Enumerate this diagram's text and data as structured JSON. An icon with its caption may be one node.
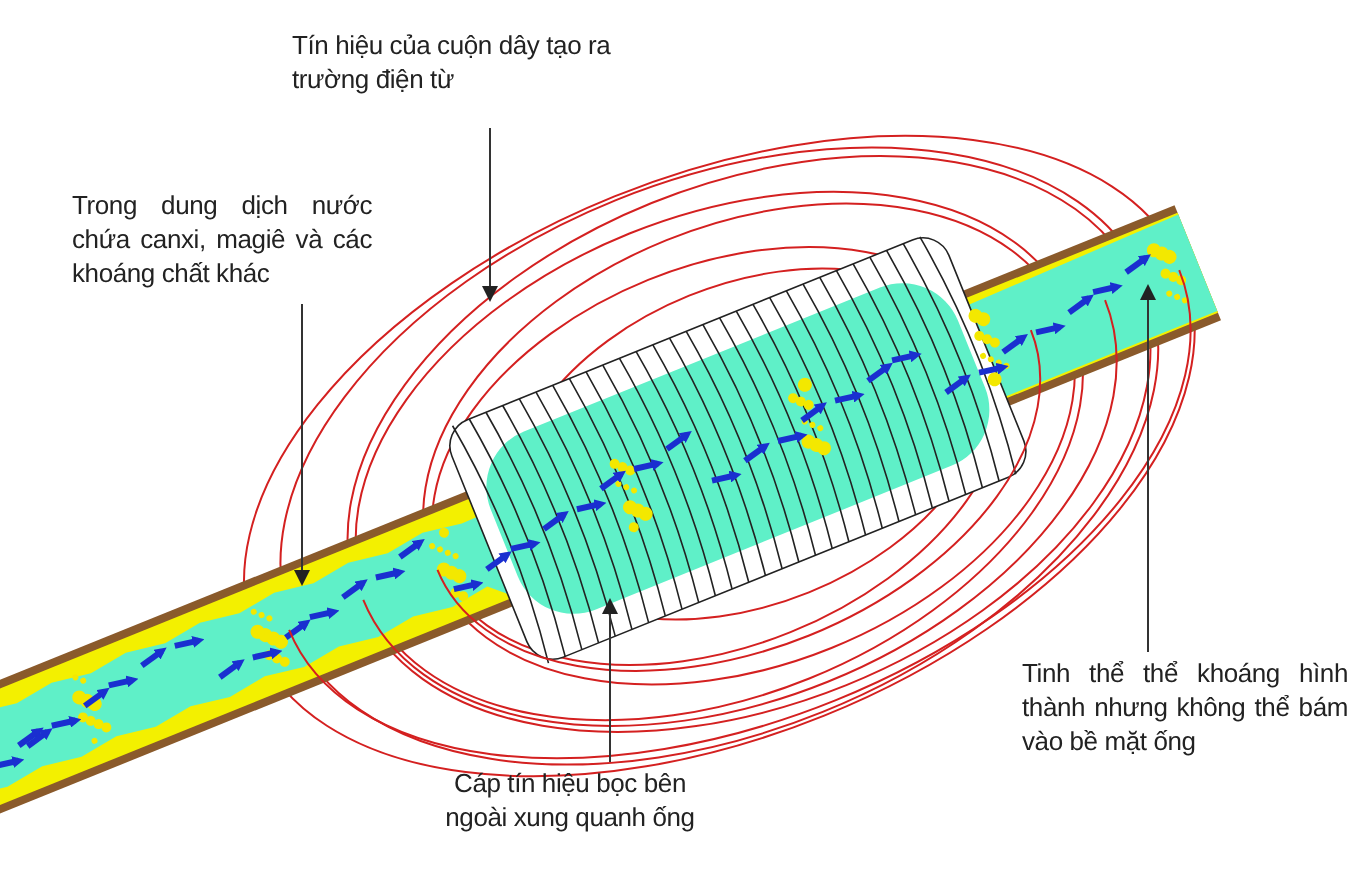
{
  "diagram": {
    "nodes": [
      {
        "text": [
          "Tín hiệu của cuộn dây tạo ra trường điện từ"
        ]
      },
      {
        "text": [
          "Trong dung dịch nước chứa canxi, magiê và các khoáng chất khác"
        ]
      },
      {
        "text": [
          "Tinh thể thể khoáng hình thành nhưng không thể bám vào bề mặt ống"
        ]
      },
      {
        "text": [
          "Cáp tín hiệu bọc bên ngoài xung quanh ống"
        ]
      }
    ],
    "edges": [
      {
        "from": 0,
        "to": null,
        "arrow": "to"
      },
      {
        "from": 1,
        "to": null,
        "arrow": "to"
      },
      {
        "from": 2,
        "to": null,
        "arrow": "to"
      },
      {
        "from": 3,
        "to": null,
        "arrow": "to"
      }
    ]
  }
}
